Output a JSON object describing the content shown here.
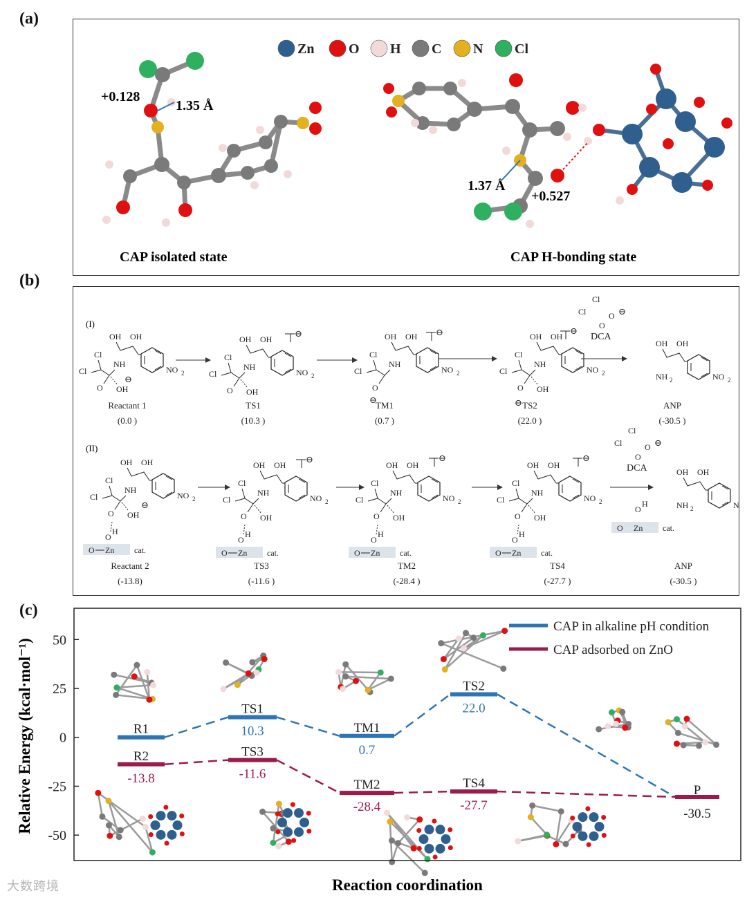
{
  "panel_a": {
    "label": "(a)",
    "legend": [
      {
        "sym": "Zn",
        "color": "#2f5f8e"
      },
      {
        "sym": "O",
        "color": "#e01010"
      },
      {
        "sym": "H",
        "color": "#f2dada"
      },
      {
        "sym": "C",
        "color": "#7a7a7a"
      },
      {
        "sym": "N",
        "color": "#e3b020"
      },
      {
        "sym": "Cl",
        "color": "#2fb060"
      }
    ],
    "left": {
      "caption": "CAP isolated state",
      "charge": "+0.128",
      "dist": "1.35 Å"
    },
    "right": {
      "caption": "CAP H-bonding state",
      "charge": "+0.527",
      "dist": "1.37 Å"
    }
  },
  "panel_b": {
    "label": "(b)",
    "row1": {
      "tag": "(I)",
      "species": [
        {
          "name": "Reactant 1",
          "energy": "(0.0 )"
        },
        {
          "name": "TS1",
          "energy": "(10.3 )"
        },
        {
          "name": "TM1",
          "energy": "(0.7 )"
        },
        {
          "name": "TS2",
          "energy": "(22.0 )"
        },
        {
          "name": "ANP",
          "energy": "(-30.5 )"
        }
      ],
      "dca": "DCA"
    },
    "row2": {
      "tag": "(II)",
      "species": [
        {
          "name": "Reactant 2",
          "energy": "(-13.8)"
        },
        {
          "name": "TS3",
          "energy": "(-11.6 )"
        },
        {
          "name": "TM2",
          "energy": "(-28.4 )"
        },
        {
          "name": "TS4",
          "energy": "(-27.7 )"
        },
        {
          "name": "ANP",
          "energy": "(-30.5 )"
        }
      ],
      "dca": "DCA"
    },
    "atoms": {
      "oh": "OH",
      "nh": "NH",
      "nh2": "NH",
      "no2": "NO",
      "sub2": "2",
      "cl": "Cl",
      "o": "O",
      "h": "H",
      "zn": "Zn",
      "cat": "cat.",
      "minus": "⊖"
    }
  },
  "chart_data": {
    "type": "line",
    "label": "(c)",
    "ylabel": "Relative Energy (kcal·mol⁻¹)",
    "xlabel": "Reaction coordination",
    "ylim": [
      -63,
      66
    ],
    "yticks": [
      50,
      25,
      0,
      -25,
      -50
    ],
    "legend_position": "top-right",
    "series": [
      {
        "name": "CAP in alkaline pH condition",
        "color": "#2e75b6",
        "points": [
          {
            "label": "R1",
            "value": 0,
            "text": ""
          },
          {
            "label": "TS1",
            "value": 10.3,
            "text": "10.3"
          },
          {
            "label": "TM1",
            "value": 0.7,
            "text": "0.7"
          },
          {
            "label": "TS2",
            "value": 22.0,
            "text": "22.0"
          },
          {
            "label": "",
            "value": -30.5,
            "text": ""
          }
        ]
      },
      {
        "name": "CAP adsorbed on ZnO",
        "color": "#9b1b4f",
        "points": [
          {
            "label": "R2",
            "value": -13.8,
            "text": "-13.8"
          },
          {
            "label": "TS3",
            "value": -11.6,
            "text": "-11.6"
          },
          {
            "label": "TM2",
            "value": -28.4,
            "text": "-28.4"
          },
          {
            "label": "TS4",
            "value": -27.7,
            "text": "-27.7"
          },
          {
            "label": "",
            "value": -30.5,
            "text": ""
          }
        ]
      }
    ],
    "product": {
      "label": "P",
      "value": -30.5,
      "text": "-30.5"
    }
  },
  "watermark": "大数跨境"
}
